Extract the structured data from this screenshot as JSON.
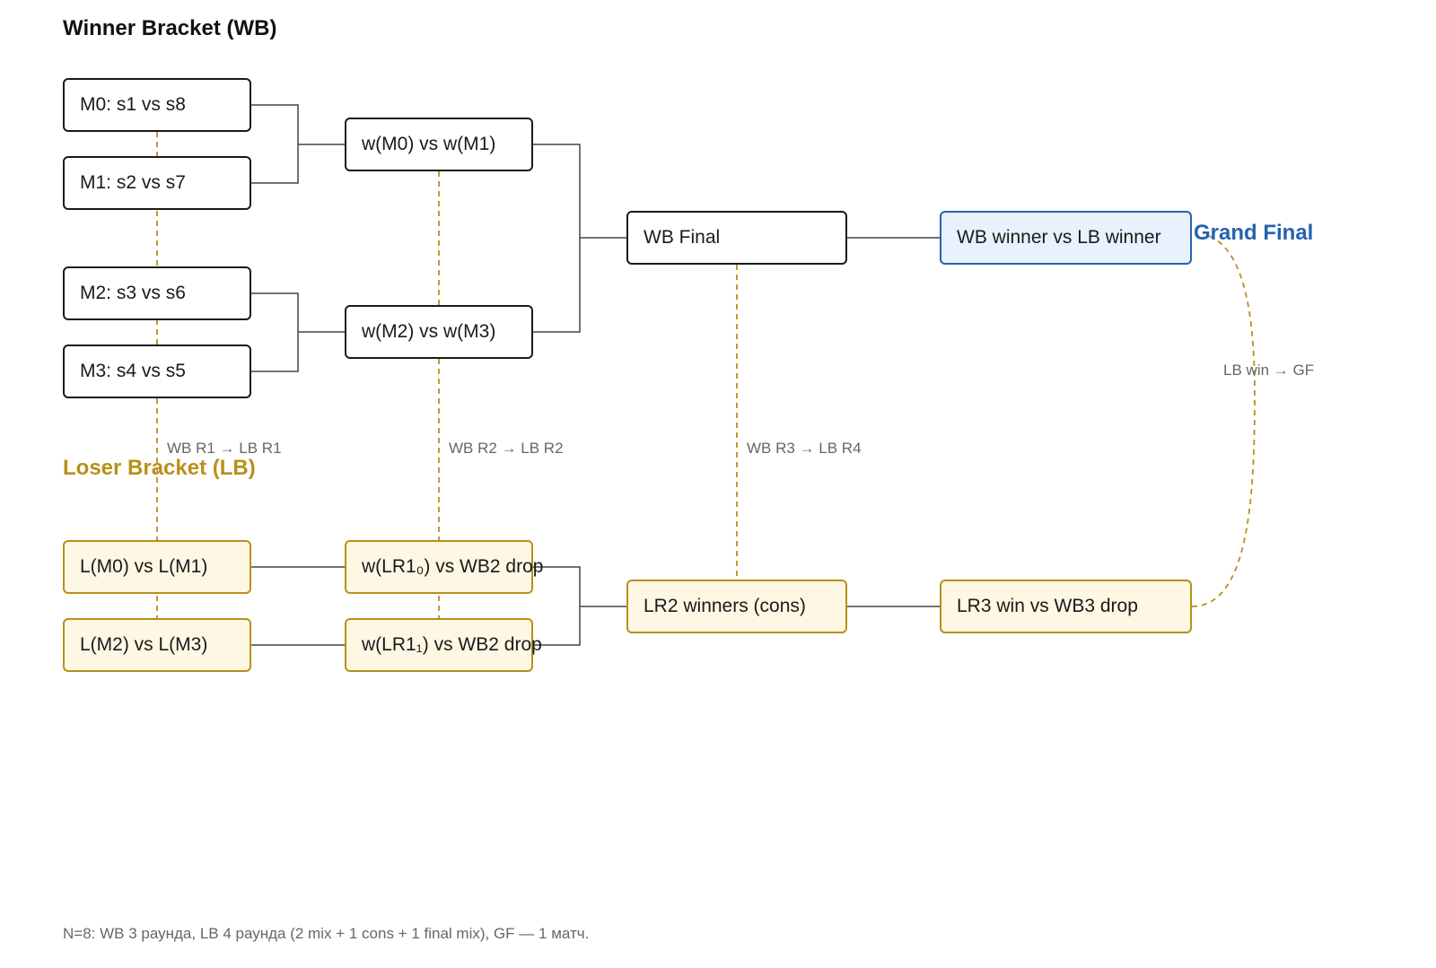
{
  "headings": {
    "winner_bracket": "Winner Bracket (WB)",
    "loser_bracket": "Loser Bracket (LB)",
    "grand_final": "Grand Final"
  },
  "winner_bracket": {
    "round1": [
      "M0: s1 vs s8",
      "M1: s2 vs s7",
      "M2: s3 vs s6",
      "M3: s4 vs s5"
    ],
    "round2": [
      "w(M0) vs w(M1)",
      "w(M2) vs w(M3)"
    ],
    "final": "WB Final"
  },
  "grand_final_match": "WB winner vs LB winner",
  "loser_bracket": {
    "round1": [
      "L(M0) vs L(M1)",
      "L(M2) vs L(M3)"
    ],
    "round2": [
      "w(LR1₀) vs WB2 drop",
      "w(LR1₁) vs WB2 drop"
    ],
    "round3": "LR2 winners (cons)",
    "round4": "LR3 win vs WB3 drop"
  },
  "drop_labels": [
    "WB R1 → LB R1",
    "WB R2 → LB R2",
    "WB R3 → LB R4",
    "LB win → GF"
  ],
  "footnote": "N=8: WB 3 раунда, LB 4 раунда (2 mix + 1 cons + 1 final mix), GF — 1 матч.",
  "colors": {
    "wb_border": "#1a1a1a",
    "lb_border": "#b8901a",
    "lb_fill": "#fdf7e3",
    "gf_border": "#2463b0",
    "gf_fill": "#e8f1fc",
    "connector": "#444444",
    "drop_line": "#b8901a"
  }
}
